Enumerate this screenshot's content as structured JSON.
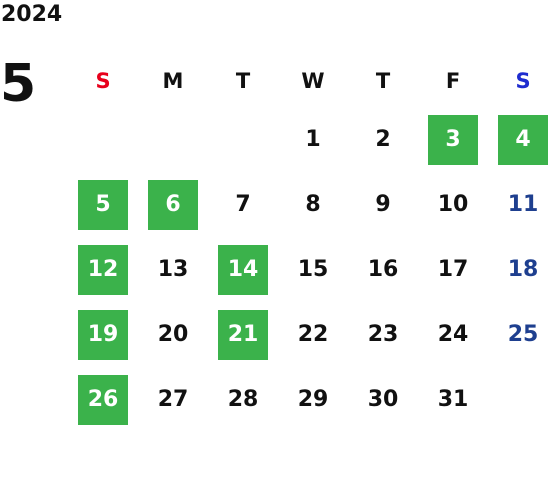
{
  "year": "2024",
  "month": "5",
  "colors": {
    "sunday_header": "#e8001c",
    "saturday_header": "#1f2ccf",
    "saturday_date": "#1e3f8f",
    "highlight_bg": "#3bb24b",
    "highlight_text": "#ffffff",
    "default_text": "#111111"
  },
  "weekdays": [
    "S",
    "M",
    "T",
    "W",
    "T",
    "F",
    "S"
  ],
  "weeks": [
    [
      {
        "d": ""
      },
      {
        "d": ""
      },
      {
        "d": ""
      },
      {
        "d": "1"
      },
      {
        "d": "2"
      },
      {
        "d": "3",
        "hl": true
      },
      {
        "d": "4",
        "hl": true
      }
    ],
    [
      {
        "d": "5",
        "hl": true
      },
      {
        "d": "6",
        "hl": true
      },
      {
        "d": "7"
      },
      {
        "d": "8"
      },
      {
        "d": "9"
      },
      {
        "d": "10"
      },
      {
        "d": "11"
      }
    ],
    [
      {
        "d": "12",
        "hl": true
      },
      {
        "d": "13"
      },
      {
        "d": "14",
        "hl": true
      },
      {
        "d": "15"
      },
      {
        "d": "16"
      },
      {
        "d": "17"
      },
      {
        "d": "18"
      }
    ],
    [
      {
        "d": "19",
        "hl": true
      },
      {
        "d": "20"
      },
      {
        "d": "21",
        "hl": true
      },
      {
        "d": "22"
      },
      {
        "d": "23"
      },
      {
        "d": "24"
      },
      {
        "d": "25"
      }
    ],
    [
      {
        "d": "26",
        "hl": true
      },
      {
        "d": "27"
      },
      {
        "d": "28"
      },
      {
        "d": "29"
      },
      {
        "d": "30"
      },
      {
        "d": "31"
      },
      {
        "d": ""
      }
    ]
  ]
}
